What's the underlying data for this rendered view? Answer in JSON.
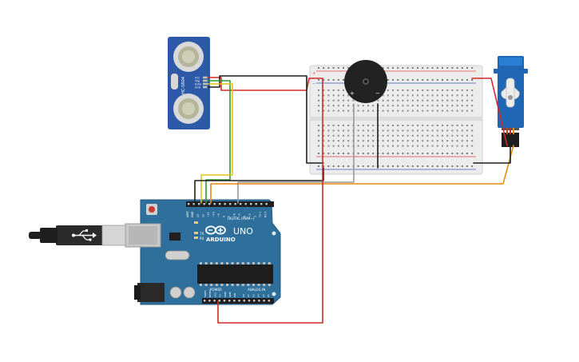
{
  "sensor": {
    "model": "HC-SR04",
    "pins": [
      "Vcc",
      "Trig",
      "Echo",
      "Gnd"
    ]
  },
  "arduino": {
    "brand": "ARDUINO",
    "model": "UNO",
    "digital_label": "DIGITAL (PWM~)",
    "power_label": "POWER",
    "analog_label": "ANALOG IN",
    "tx_label": "TX",
    "rx_label": "RX",
    "aref_label": "AREF",
    "gnd_label": "GND",
    "digital_pins": [
      "13",
      "12",
      "~11",
      "~10",
      "~9",
      "8",
      "7",
      "~6",
      "~5",
      "4",
      "~3",
      "2",
      "TX 1",
      "RX 0"
    ],
    "power_pins": [
      "IOREF",
      "RESET",
      "3V3",
      "5V",
      "GND",
      "GND",
      "VIN"
    ],
    "analog_pins": [
      "A0",
      "A1",
      "A2",
      "A3",
      "A4",
      "A5"
    ]
  },
  "buzzer": {
    "plus": "+",
    "minus": "−"
  },
  "breadboard": {
    "rails": [
      "+",
      "−"
    ]
  },
  "wire_colors": {
    "black": "#1e1e1e",
    "red": "#d42a2a",
    "green": "#2e9a2e",
    "yellow": "#e0c21a",
    "orange": "#e88a12",
    "gray": "#9a9a9a"
  },
  "colors": {
    "pcb": "#2f6f9c",
    "sensor": "#2c5aa8"
  }
}
